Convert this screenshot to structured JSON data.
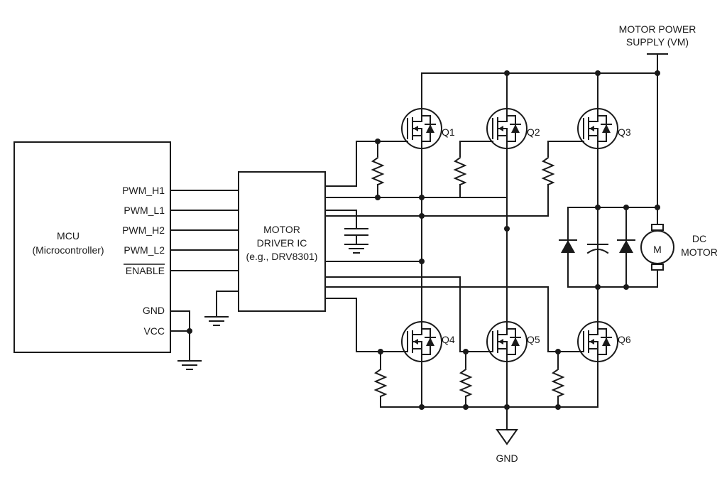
{
  "mcu": {
    "title": "MCU",
    "subtitle": "(Microcontroller)",
    "pins": {
      "pwm_h1": "PWM_H1",
      "pwm_l1": "PWM_L1",
      "pwm_h2": "PWM_H2",
      "pwm_l2": "PWM_L2",
      "enable": "ENABLE",
      "gnd": "GND",
      "vcc": "VCC"
    }
  },
  "driver": {
    "line1": "MOTOR",
    "line2": "DRIVER IC",
    "line3": "(e.g., DRV8301)"
  },
  "supply": {
    "line1": "MOTOR POWER",
    "line2": "SUPPLY (VM)"
  },
  "motor": {
    "symbol": "M",
    "line1": "DC",
    "line2": "MOTOR"
  },
  "ground": {
    "label": "GND"
  },
  "transistors": [
    "Q1",
    "Q2",
    "Q3",
    "Q4",
    "Q5",
    "Q6"
  ]
}
